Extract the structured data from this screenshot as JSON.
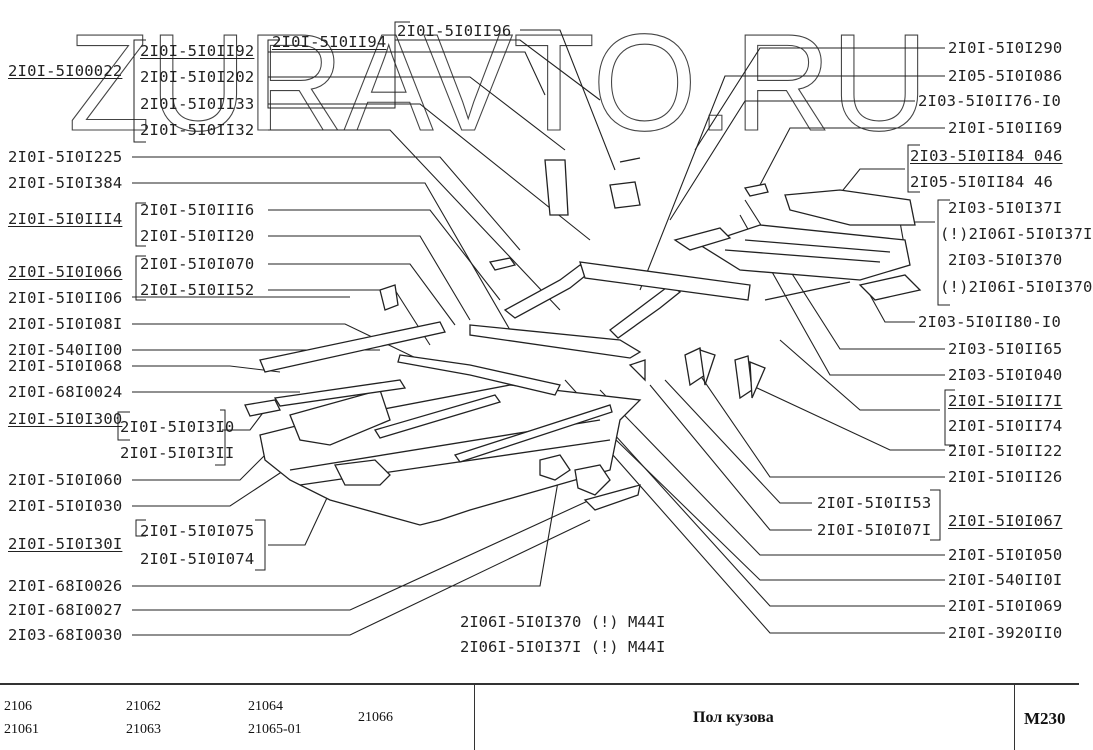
{
  "watermark": "ZURAVTO.RU",
  "diagram": {
    "left_labels": [
      {
        "id": "l-2101-5100022",
        "text": "2I0I-5I00022",
        "underline": true
      },
      {
        "id": "l-2101-5101192",
        "text": "2I0I-5I0II92",
        "underline": true
      },
      {
        "id": "l-2101-5101202",
        "text": "2I0I-5I0I202",
        "underline": false
      },
      {
        "id": "l-2101-5101133",
        "text": "2I0I-5I0II33",
        "underline": false
      },
      {
        "id": "l-2101-5101132",
        "text": "2I0I-5I0II32",
        "underline": false
      },
      {
        "id": "l-2101-5101194",
        "text": "2I0I-5I0II94",
        "underline": true
      },
      {
        "id": "l-2101-5101196",
        "text": "2I0I-5I0II96",
        "underline": false
      },
      {
        "id": "l-2101-5101225",
        "text": "2I0I-5I0I225",
        "underline": false
      },
      {
        "id": "l-2101-5101384",
        "text": "2I0I-5I0I384",
        "underline": false
      },
      {
        "id": "l-2101-5101114",
        "text": "2I0I-5I0III4",
        "underline": true
      },
      {
        "id": "l-2101-5101116",
        "text": "2I0I-5I0III6",
        "underline": false
      },
      {
        "id": "l-2101-5101120",
        "text": "2I0I-5I0II20",
        "underline": false
      },
      {
        "id": "l-2101-5101066",
        "text": "2I0I-5I0I066",
        "underline": true
      },
      {
        "id": "l-2101-5101070",
        "text": "2I0I-5I0I070",
        "underline": false
      },
      {
        "id": "l-2101-5101152",
        "text": "2I0I-5I0II52",
        "underline": false
      },
      {
        "id": "l-2101-5101106",
        "text": "2I0I-5I0II06",
        "underline": false
      },
      {
        "id": "l-2101-5101081",
        "text": "2I0I-5I0I08I",
        "underline": false
      },
      {
        "id": "l-2101-5401100",
        "text": "2I0I-540II00",
        "underline": false
      },
      {
        "id": "l-2101-5101068",
        "text": "2I0I-5I0I068",
        "underline": false
      },
      {
        "id": "l-2101-6810024",
        "text": "2I0I-68I0024",
        "underline": false
      },
      {
        "id": "l-2101-5101300",
        "text": "2I0I-5I0I300",
        "underline": true
      },
      {
        "id": "l-2101-5101310",
        "text": "2I0I-5I0I3I0",
        "underline": false
      },
      {
        "id": "l-2101-5101311",
        "text": "2I0I-5I0I3II",
        "underline": false
      },
      {
        "id": "l-2101-5101060",
        "text": "2I0I-5I0I060",
        "underline": false
      },
      {
        "id": "l-2101-5101030",
        "text": "2I0I-5I0I030",
        "underline": false
      },
      {
        "id": "l-2101-5101301",
        "text": "2I0I-5I0I30I",
        "underline": true
      },
      {
        "id": "l-2101-5101075",
        "text": "2I0I-5I0I075",
        "underline": false
      },
      {
        "id": "l-2101-5101074",
        "text": "2I0I-5I0I074",
        "underline": false
      },
      {
        "id": "l-2101-6810026",
        "text": "2I0I-68I0026",
        "underline": false
      },
      {
        "id": "l-2101-6810027",
        "text": "2I0I-68I0027",
        "underline": false
      },
      {
        "id": "l-2103-6810030",
        "text": "2I03-68I0030",
        "underline": false
      }
    ],
    "right_labels": [
      {
        "id": "r-2101-5101290",
        "text": "2I0I-5I0I290",
        "underline": false
      },
      {
        "id": "r-2105-5101086",
        "text": "2I05-5I0I086",
        "underline": false
      },
      {
        "id": "r-2103-5101176-10",
        "text": "2I03-5I0II76-I0",
        "underline": false
      },
      {
        "id": "r-2101-5101169",
        "text": "2I0I-5I0II69",
        "underline": false
      },
      {
        "id": "r-2103-5101184-046",
        "text": "2I03-5I0II84 046",
        "underline": true
      },
      {
        "id": "r-2105-5101184-46",
        "text": "2I05-5I0II84  46",
        "underline": false
      },
      {
        "id": "r-2103-5101371",
        "text": "2I03-5I0I37I",
        "underline": false
      },
      {
        "id": "r-21061-5101371",
        "text": "(!)2I06I-5I0I37I",
        "underline": false
      },
      {
        "id": "r-2103-5101370",
        "text": "2I03-5I0I370",
        "underline": false
      },
      {
        "id": "r-21061-5101370",
        "text": "(!)2I06I-5I0I370",
        "underline": false
      },
      {
        "id": "r-2103-5101180-10",
        "text": "2I03-5I0II80-I0",
        "underline": false
      },
      {
        "id": "r-2103-5101165",
        "text": "2I03-5I0II65",
        "underline": false
      },
      {
        "id": "r-2103-5101040",
        "text": "2I03-5I0I040",
        "underline": false
      },
      {
        "id": "r-2101-5101171",
        "text": "2I0I-5I0II7I",
        "underline": true
      },
      {
        "id": "r-2101-5101174",
        "text": "2I0I-5I0II74",
        "underline": false
      },
      {
        "id": "r-2101-5101122",
        "text": "2I0I-5I0II22",
        "underline": false
      },
      {
        "id": "r-2101-5101126",
        "text": "2I0I-5I0II26",
        "underline": false
      },
      {
        "id": "r-2101-5101153",
        "text": "2I0I-5I0II53",
        "underline": false
      },
      {
        "id": "r-2101-5101071",
        "text": "2I0I-5I0I07I",
        "underline": false
      },
      {
        "id": "r-2101-5101067",
        "text": "2I0I-5I0I067",
        "underline": true
      },
      {
        "id": "r-2101-5101050",
        "text": "2I0I-5I0I050",
        "underline": false
      },
      {
        "id": "r-2101-5401101",
        "text": "2I0I-540II0I",
        "underline": false
      },
      {
        "id": "r-2101-5101069",
        "text": "2I0I-5I0I069",
        "underline": false
      },
      {
        "id": "r-2101-3920110",
        "text": "2I0I-3920II0",
        "underline": false
      }
    ],
    "notes": [
      "2I06I-5I0I370 (!) M44I",
      "2I06I-5I0I37I (!) M44I"
    ]
  },
  "footer": {
    "models": [
      "2106",
      "21061",
      "21062",
      "21063",
      "21064",
      "21065-01",
      "21066"
    ],
    "title": "Пол кузова",
    "code": "M230"
  }
}
